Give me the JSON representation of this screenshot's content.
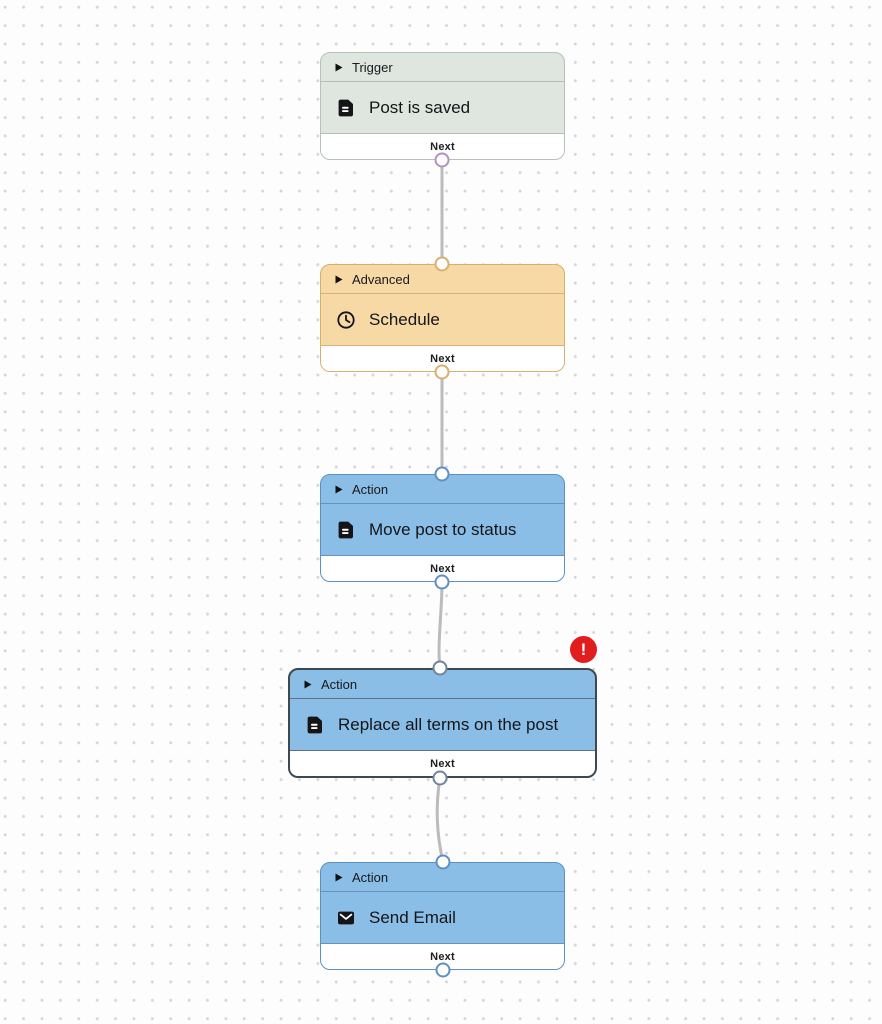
{
  "canvas": {
    "background_color": "#fdfdfe",
    "dot_color": "#d6d6da",
    "wire_color": "#bbbbbe"
  },
  "error_badge": {
    "symbol": "!",
    "color": "#e11d1d",
    "attached_to_node": "Replace all terms on the post"
  },
  "nodes": [
    {
      "category": "Trigger",
      "title": "Post is saved",
      "icon": "document-icon",
      "footer_label": "Next",
      "selected": false,
      "error": false,
      "colors": {
        "bg": "#dee6df",
        "border": "#b6c1b7",
        "divider": "#b3beb4",
        "port": "#b48fc2"
      }
    },
    {
      "category": "Advanced",
      "title": "Schedule",
      "icon": "clock-icon",
      "footer_label": "Next",
      "selected": false,
      "error": false,
      "colors": {
        "bg": "#f6d9a5",
        "border": "#d6b06c",
        "divider": "#d8b26e",
        "port": "#d6b06c"
      }
    },
    {
      "category": "Action",
      "title": "Move post to status",
      "icon": "document-icon",
      "footer_label": "Next",
      "selected": false,
      "error": false,
      "colors": {
        "bg": "#8bbee7",
        "border": "#5d90c1",
        "divider": "#6794be",
        "port": "#5d90c1"
      }
    },
    {
      "category": "Action",
      "title": "Replace all terms on the post",
      "icon": "document-icon",
      "footer_label": "Next",
      "selected": true,
      "error": true,
      "colors": {
        "bg": "#8bbee7",
        "border": "#3e4850",
        "divider": "#5f7184",
        "port": "#71849a"
      }
    },
    {
      "category": "Action",
      "title": "Send Email",
      "icon": "mail-icon",
      "footer_label": "Next",
      "selected": false,
      "error": false,
      "colors": {
        "bg": "#8bbee7",
        "border": "#5d90c1",
        "divider": "#6794be",
        "port": "#5d90c1"
      }
    }
  ]
}
